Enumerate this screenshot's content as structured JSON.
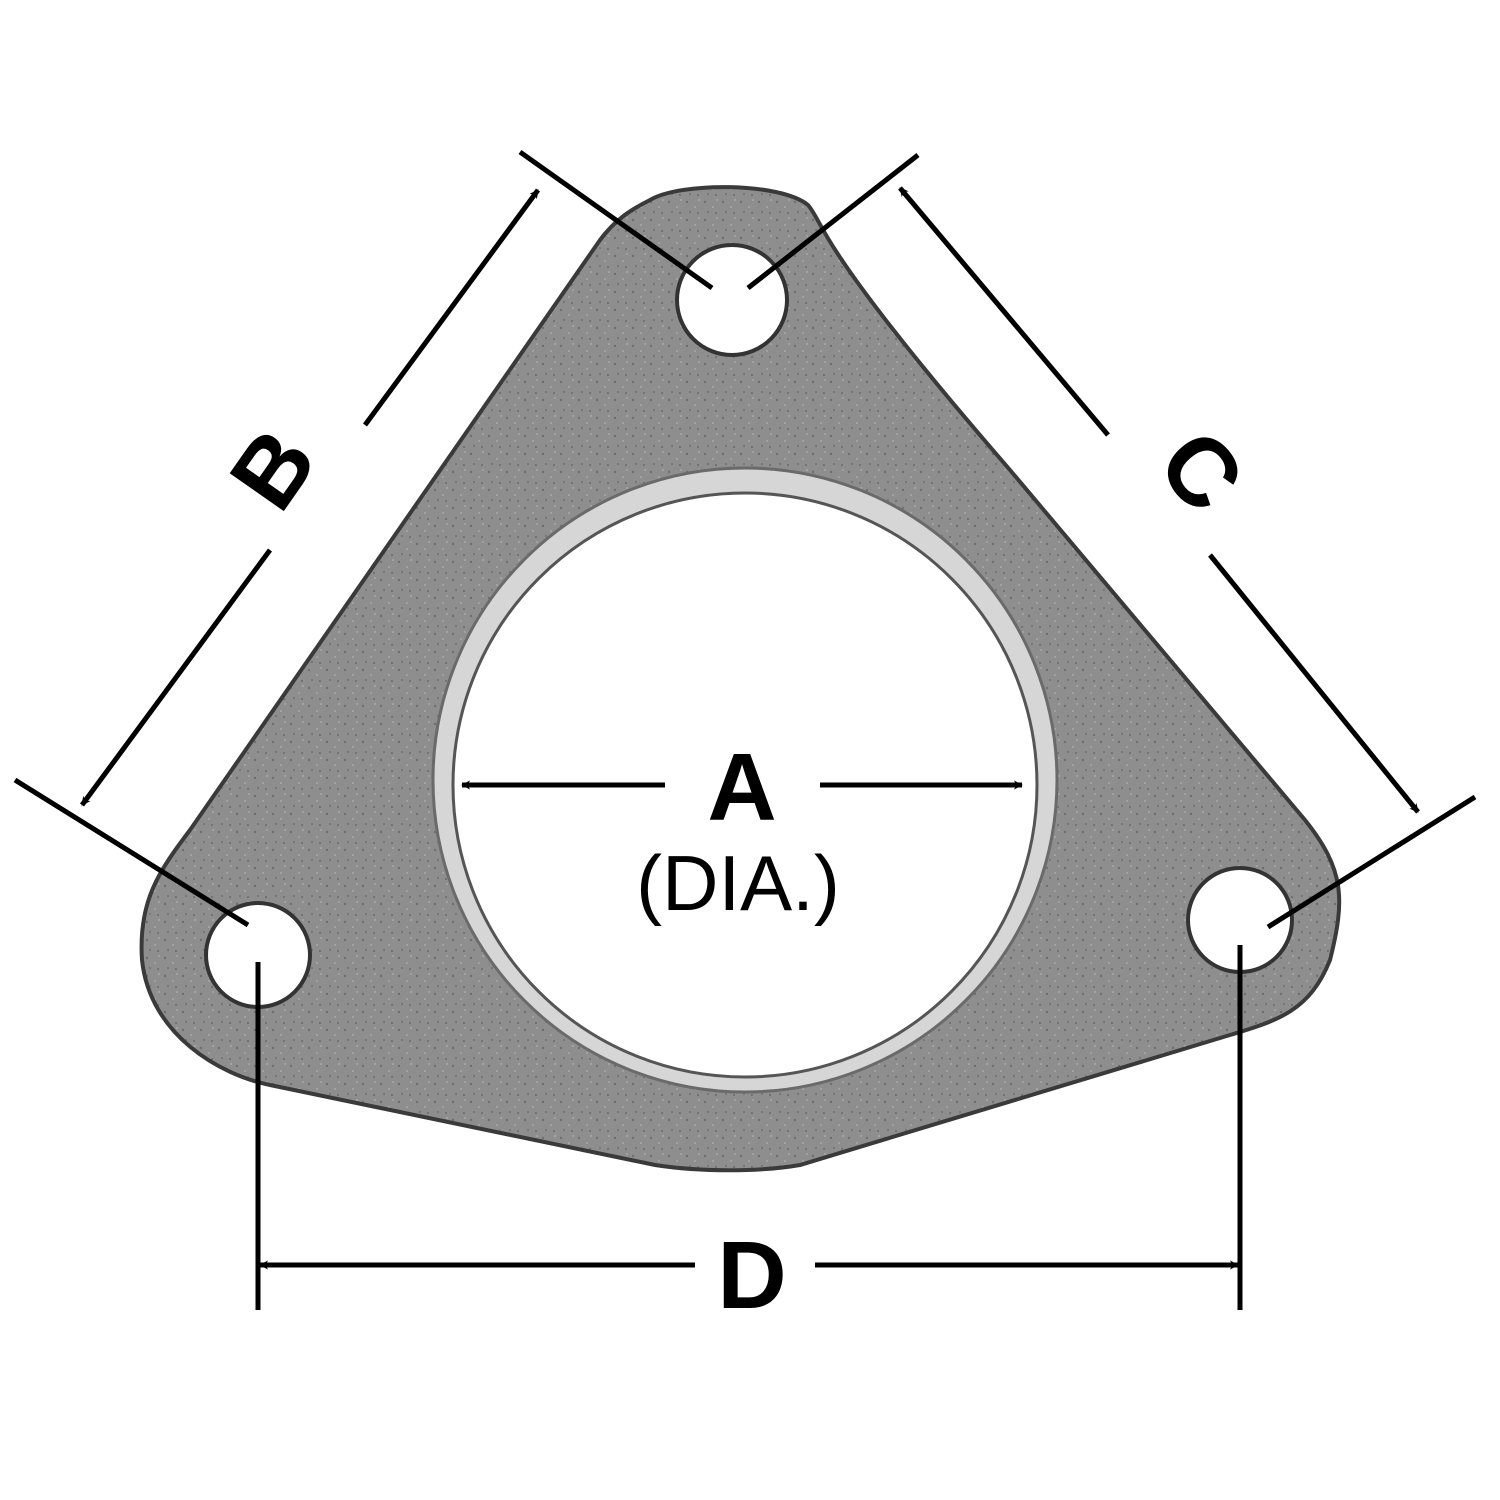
{
  "diagram": {
    "labels": {
      "a": "A",
      "a_sub": "(DIA.)",
      "b": "B",
      "c": "C",
      "d": "D"
    },
    "colors": {
      "background": "#ffffff",
      "gasket": "#8e8e8e",
      "gasket_edge": "#3a3a3a",
      "bore_ring": "#d8d8d8",
      "ink": "#000000"
    }
  }
}
